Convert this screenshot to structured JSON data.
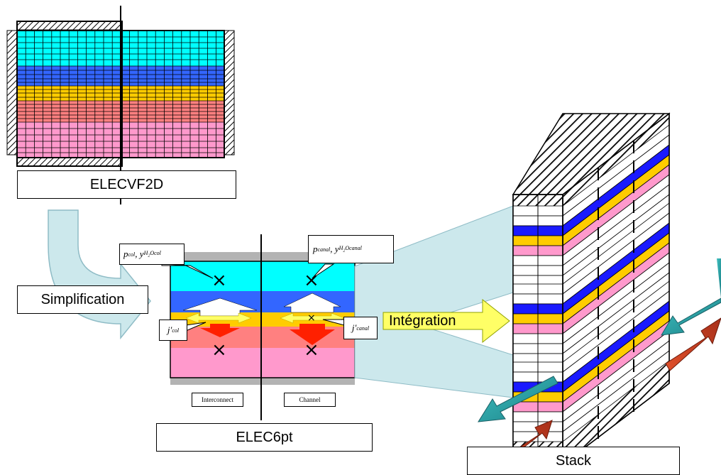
{
  "labels": {
    "elecvf2d": "ELECVF2D",
    "simplification": "Simplification",
    "integration": "Intégration",
    "elec6pt": "ELEC6pt",
    "stack": "Stack",
    "interconnect": "Interconnect",
    "channel": "Channel"
  },
  "callouts": {
    "p_col": {
      "symbol": "p",
      "sub": "col",
      "sep": ", ",
      "symbol2": "y",
      "sub2_main": "H",
      "sub2_index": "2",
      "sub2_rest": "Ocol"
    },
    "p_canal": {
      "symbol": "p",
      "sub": "canal",
      "sep": ", ",
      "symbol2": "y",
      "sub2_main": "H",
      "sub2_index": "2",
      "sub2_rest": "Ocanal"
    },
    "j_col": {
      "symbol": "j'",
      "sub": "col"
    },
    "j_canal": {
      "symbol": "j'",
      "sub": "canal"
    }
  },
  "markers": {
    "cross": "×"
  },
  "colors": {
    "cyan": "#00ffff",
    "blue": "#3366ff",
    "deep_blue": "#1a1aff",
    "orange": "#ffcc00",
    "salmon": "#ff8080",
    "pink": "#ff99cc",
    "gray": "#b3b3b3",
    "light_teal": "#cce8ec",
    "yellow_arrow": "#ffff66",
    "red": "#ff2000",
    "white": "#ffffff",
    "teal_arrow": "#2aa0a0",
    "rust_arrow": "#c0391b"
  }
}
